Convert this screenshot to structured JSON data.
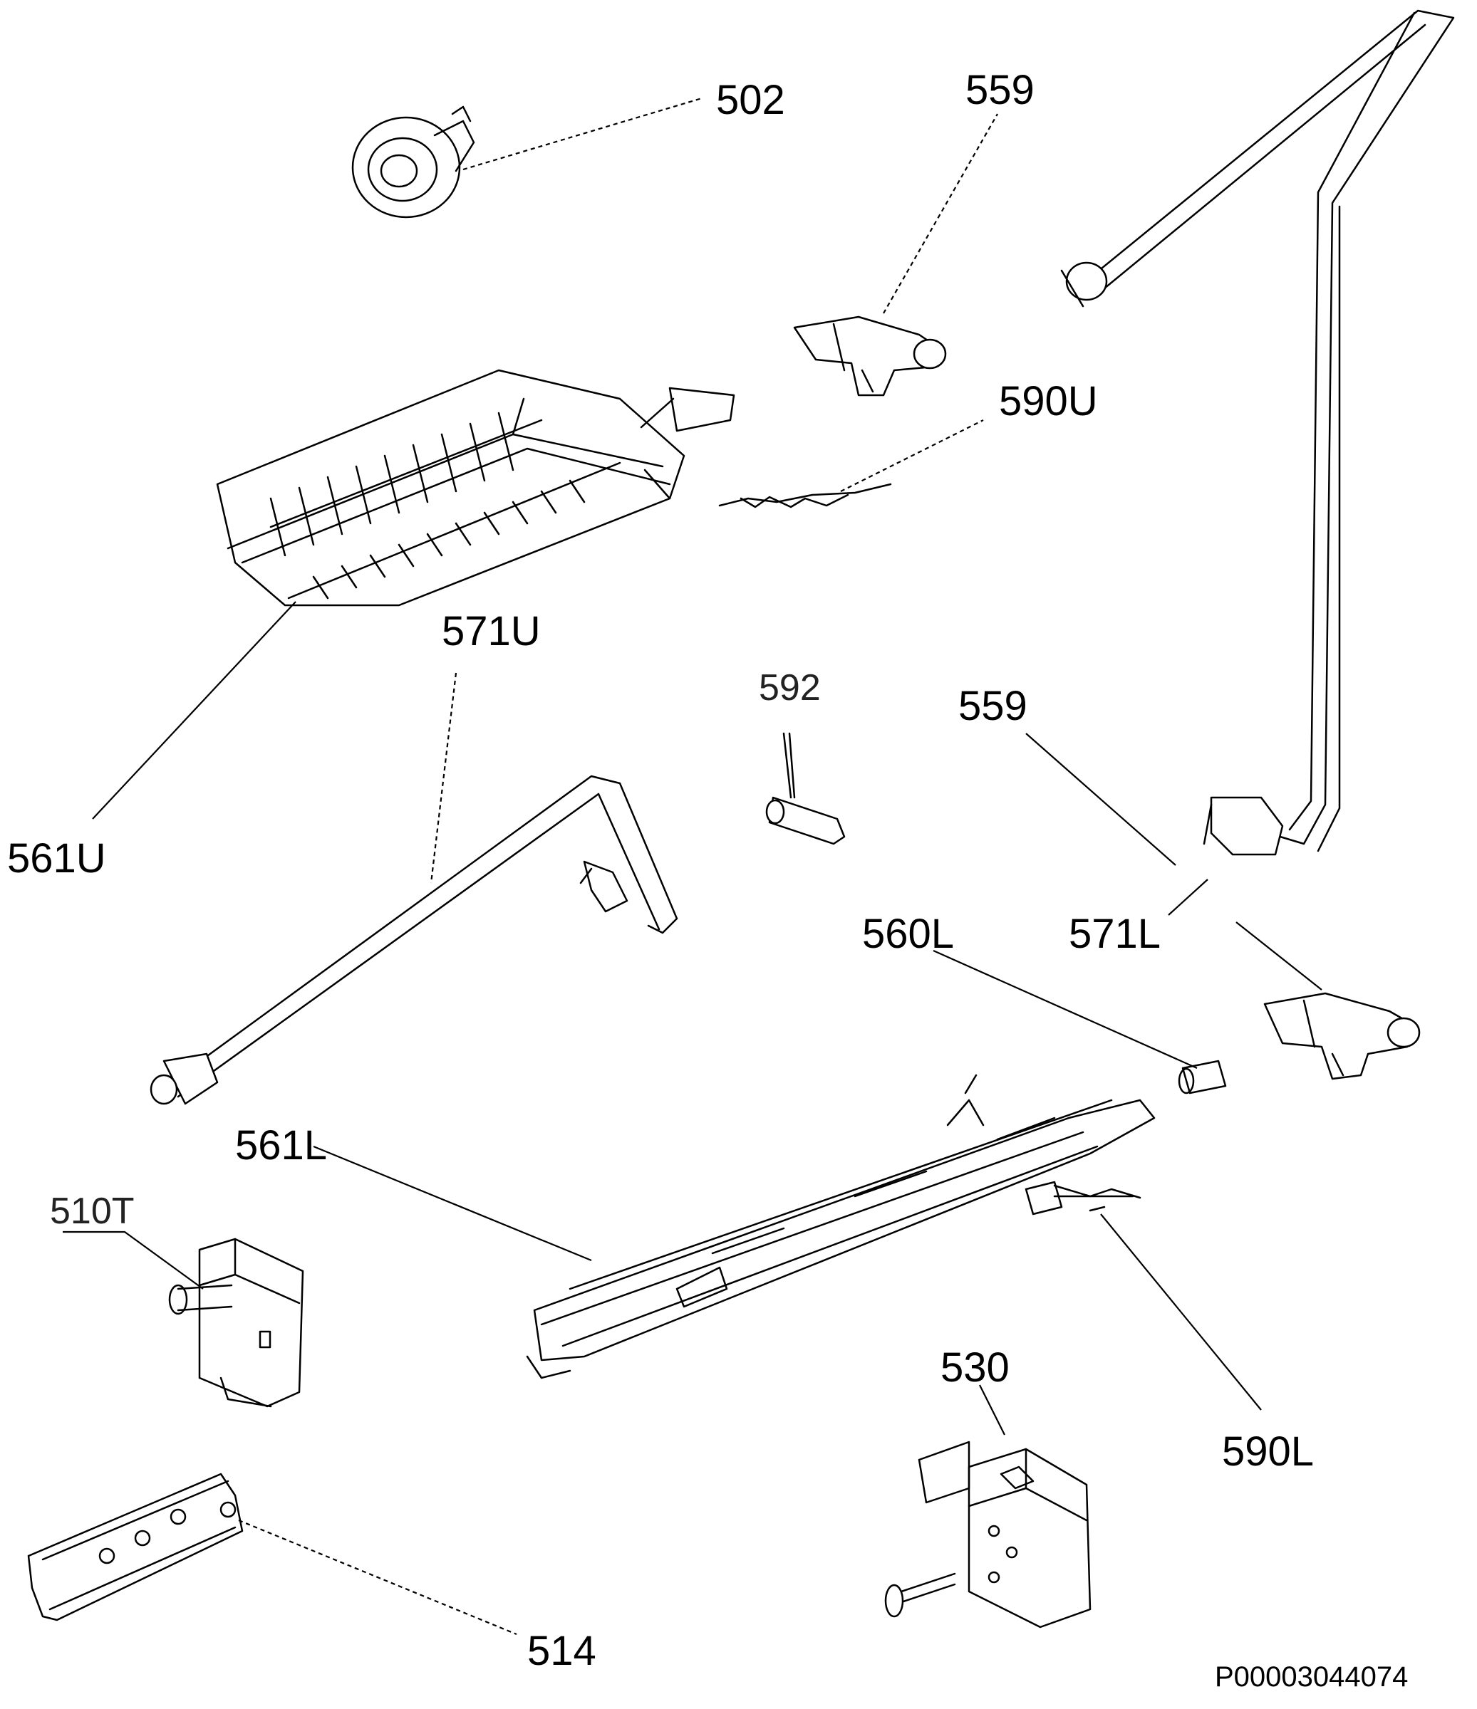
{
  "callouts": {
    "p502": "502",
    "p559_upper": "559",
    "p590U": "590U",
    "p571U": "571U",
    "p592": "592",
    "p559_lower": "559",
    "p561U": "561U",
    "p560L": "560L",
    "p571L": "571L",
    "p561L": "561L",
    "p510T": "510T",
    "p530": "530",
    "p590L": "590L",
    "p514": "514"
  },
  "document_id": "P00003044074"
}
